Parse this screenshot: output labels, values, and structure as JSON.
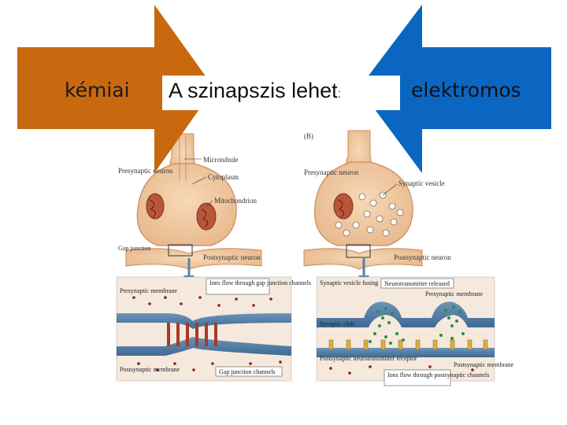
{
  "title": {
    "text": "A szinapszis lehet",
    "colon": ":"
  },
  "left_arrow": {
    "label": "kémiai",
    "color": "#c8680f"
  },
  "right_arrow": {
    "label": "elektromos",
    "color": "#0b66c2"
  },
  "panel_a": {
    "tag": "",
    "labels": {
      "microtubule": "Microtubule",
      "cytoplasm": "Cytoplasm",
      "mitochondrion": "Mitochondrion",
      "presynaptic_neuron": "Presynaptic neuron",
      "gap_junction": "Gap junction",
      "postsynaptic_neuron": "Postsynaptic neuron",
      "ions_flow": "Ions flow through gap junction channels",
      "presynaptic_membrane": "Presynaptic membrane",
      "postsynaptic_membrane": "Postsynaptic membrane",
      "gap_junction_channels": "Gap junction channels"
    }
  },
  "panel_b": {
    "tag": "(B)",
    "labels": {
      "presynaptic_neuron": "Presynaptic neuron",
      "synaptic_vesicle": "Synaptic vesicle",
      "postsynaptic_neuron": "Postsynaptic neuron",
      "vesicle_fusing": "Synaptic vesicle fusing",
      "neurotransmitter_released": "Neurotransmitter released",
      "presynaptic_membrane": "Presynaptic membrane",
      "synaptic_cleft": "Synaptic cleft",
      "postsynaptic_receptor": "Postsynaptic neurotransmitter receptor",
      "ions_flow": "Ions flow through postsynaptic channels",
      "postsynaptic_membrane": "Postsynaptic membrane"
    }
  }
}
